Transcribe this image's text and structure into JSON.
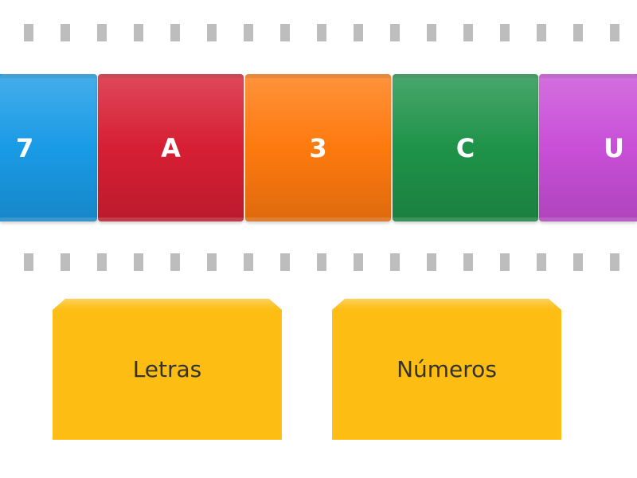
{
  "cards": [
    {
      "label": "7",
      "color": "#1a9be6"
    },
    {
      "label": "A",
      "color": "#d71f34"
    },
    {
      "label": "3",
      "color": "#fe7a0f"
    },
    {
      "label": "C",
      "color": "#1f934a"
    },
    {
      "label": "U",
      "color": "#c94fd8"
    }
  ],
  "groups": [
    {
      "label": "Letras",
      "color": "#fdbd13"
    },
    {
      "label": "Números",
      "color": "#fdbd13"
    }
  ]
}
